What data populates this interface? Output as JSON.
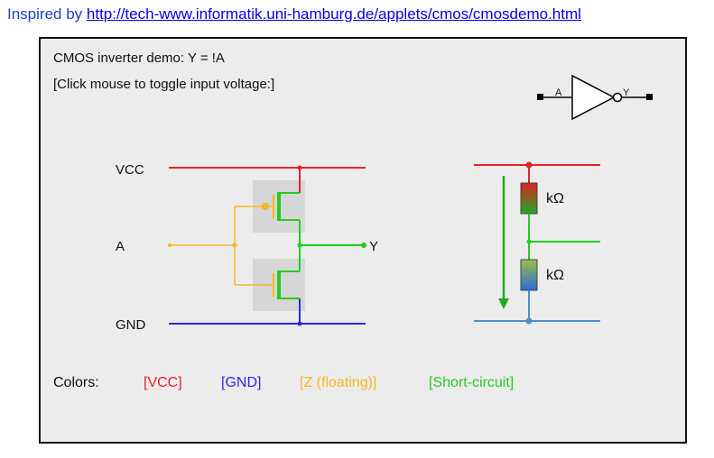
{
  "header": {
    "prefix": "Inspired by",
    "link_text": "http://tech-www.informatik.uni-hamburg.de/applets/cmos/cmosdemo.html"
  },
  "applet": {
    "title": "CMOS inverter demo:  Y = !A",
    "instruction": "[Click mouse to toggle input voltage:]",
    "gate_input_label": "A",
    "gate_output_label": "Y",
    "labels": {
      "vcc": "VCC",
      "input": "A",
      "gnd": "GND",
      "output": "Y"
    },
    "resistor_top_label": "kΩ",
    "resistor_bottom_label": "kΩ",
    "legend": {
      "title": "Colors:",
      "vcc": "[VCC]",
      "gnd": "[GND]",
      "floating": "[Z (floating)]",
      "short": "[Short-circuit]"
    }
  },
  "colors": {
    "vcc": "#e8202a",
    "gnd": "#2a2ae0",
    "floating": "#f5b820",
    "short": "#22cc22",
    "header_text": "#1f3fbf",
    "link": "#0000ee",
    "gnd_right": "#4a8fd0"
  }
}
